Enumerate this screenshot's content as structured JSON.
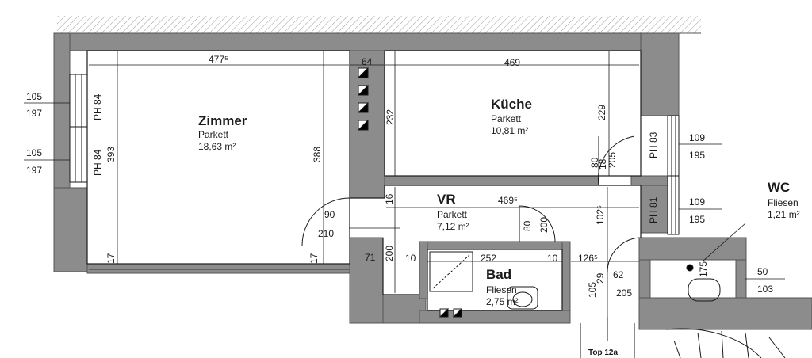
{
  "rooms": {
    "zimmer": {
      "name": "Zimmer",
      "floor": "Parkett",
      "area": "18,63 m²"
    },
    "kueche": {
      "name": "Küche",
      "floor": "Parkett",
      "area": "10,81 m²"
    },
    "vr": {
      "name": "VR",
      "floor": "Parkett",
      "area": "7,12 m²"
    },
    "bad": {
      "name": "Bad",
      "floor": "Fliesen",
      "area": "2,75 m²"
    },
    "wc": {
      "name": "WC",
      "floor": "Fliesen",
      "area": "1,21 m²"
    }
  },
  "dims": {
    "zimmer_width": "477⁵",
    "wall_64": "64",
    "kueche_width": "469",
    "vr_width": "469⁵",
    "bad_width": "252",
    "d_126": "126⁵",
    "zimmer_depth": "393",
    "zimmer_inner": "388",
    "kueche_232": "232",
    "kueche_229": "229",
    "kueche_205": "205",
    "door_90": "90",
    "door_210": "210",
    "d_71": "71",
    "d_10a": "10",
    "d_10b": "10",
    "d_17a": "17",
    "d_17b": "17",
    "d_200a": "200",
    "d_200b": "200",
    "d_80": "80",
    "d_16": "16",
    "d_18": "18",
    "d_80b": "80",
    "d_102": "102⁵",
    "d_62": "62",
    "d_29": "29",
    "d_105": "105",
    "d_205b": "205",
    "d_175": "175"
  },
  "windows_left": [
    {
      "w": "105",
      "h": "197",
      "ph": "PH 84"
    },
    {
      "w": "105",
      "h": "197",
      "ph": "PH 84"
    }
  ],
  "windows_right": [
    {
      "w": "109",
      "h": "195",
      "ph": "PH 83"
    },
    {
      "w": "109",
      "h": "195",
      "ph": "PH 81"
    }
  ],
  "window_wc": {
    "w": "50",
    "h": "103"
  },
  "stair_label": "Top 12a",
  "colors": {
    "wall": "#8c8c8c",
    "wall_dark": "#6f6f6f",
    "line": "#1a1a1a",
    "hatch": "#9a9a9a"
  }
}
